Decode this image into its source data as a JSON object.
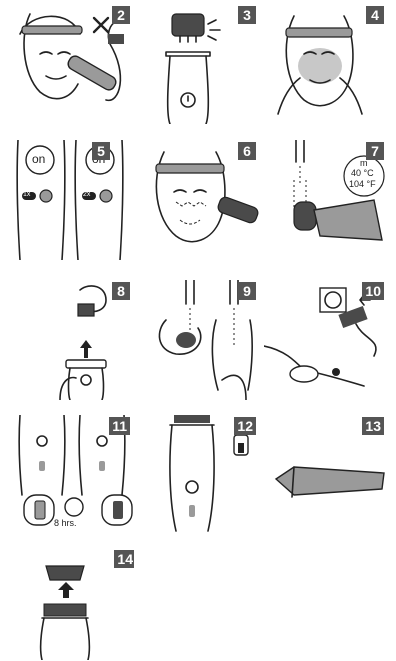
{
  "panels": [
    {
      "num": "2"
    },
    {
      "num": "3"
    },
    {
      "num": "4"
    },
    {
      "num": "5",
      "labels": [
        "on",
        "on",
        "1x",
        "2x"
      ]
    },
    {
      "num": "6"
    },
    {
      "num": "7",
      "temp_lines": [
        "m",
        "40 °C",
        "104 °F"
      ]
    },
    {
      "num": "8"
    },
    {
      "num": "9"
    },
    {
      "num": "10"
    },
    {
      "num": "11",
      "duration": "8 hrs."
    },
    {
      "num": "12"
    },
    {
      "num": "13"
    },
    {
      "num": "14"
    }
  ],
  "colors": {
    "badge": "#555555",
    "ink": "#222222",
    "gray_fill": "#9a9a9a",
    "dark_fill": "#4a4a4a"
  }
}
